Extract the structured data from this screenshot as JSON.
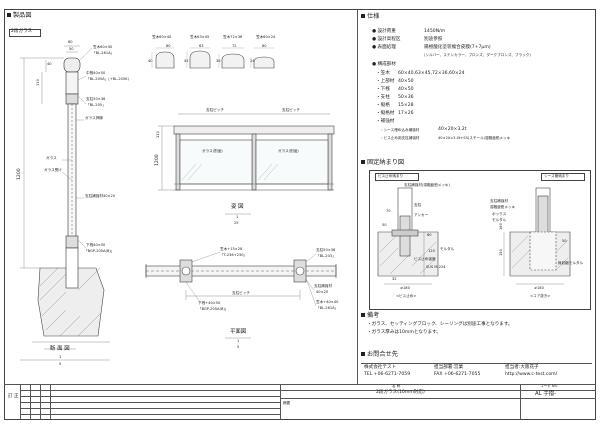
{
  "section_titles": {
    "drawing": "製品図",
    "spec": "仕様",
    "detail": "固定納まり図",
    "notes": "備考",
    "contact": "お問合せ先"
  },
  "drawing": {
    "variant_label": "2段ガラス",
    "profile_labels": [
      "笠木60×40",
      "笠木63×45",
      "笠木72×36",
      "笠木60×24"
    ],
    "profile_dims": [
      "60",
      "63",
      "72",
      "60",
      "40",
      "45",
      "36",
      "24"
    ],
    "section": {
      "dims": [
        "60",
        "40",
        "50",
        "110",
        "1200"
      ],
      "callouts": [
        {
          "text": "笠木60×40",
          "sub": "「BL-261A」"
        },
        {
          "text": "中桟40×50",
          "sub": "「BL-205A」(+BL-205K)"
        },
        {
          "text": "支柱50×36",
          "sub": "「BL-205」"
        },
        {
          "text": "ガラス押縁"
        },
        {
          "text": "ガラス"
        },
        {
          "text": "ガラス受け"
        },
        {
          "text": "支柱補強材40×20"
        },
        {
          "text": "下桟40×50",
          "sub": "「BGP-205A(B)」"
        }
      ],
      "caption": "断 面 図",
      "scale_num": "1",
      "scale_den": "5"
    },
    "elevation": {
      "dims": [
        "110",
        "1200"
      ],
      "labels": [
        "ガラス(別途)",
        "ガラス(別途)",
        "支柱ピッチ",
        "支柱ピッチ"
      ],
      "caption": "姿 図",
      "scale_num": "1",
      "scale_den": "25"
    },
    "plan": {
      "labels": [
        "笠木+15×28",
        "「T-236+230」",
        "支柱50×36",
        "「BL-203」",
        "支柱補強材",
        "40×20",
        "笠木+40×40",
        "「BL-261A」",
        "下桟+40×50",
        "「BGP-205A(B)」",
        "支柱ピッチ"
      ],
      "caption": "平面図",
      "scale_num": "1",
      "scale_den": "5"
    }
  },
  "spec": {
    "rows": [
      {
        "label": "設計荷重",
        "value": "1450N/m"
      },
      {
        "label": "設計高程区",
        "value": "別途参照"
      },
      {
        "label": "表面処理",
        "value": "陽極酸化塗装複合皮膜(7+7μm)"
      },
      {
        "label": "",
        "value": "(シルバー、ステンカラー、ブロンズ、ダークブロンズ、ブラック)"
      }
    ],
    "materials_title": "構成部材",
    "materials": [
      {
        "label": "笠木",
        "value": "60×40,63×45,72×36,60×24"
      },
      {
        "label": "上部材",
        "value": "40×50"
      },
      {
        "label": "下桟",
        "value": "40×50"
      },
      {
        "label": "支柱",
        "value": "50×36"
      },
      {
        "label": "縦格",
        "value": "15×28"
      },
      {
        "label": "縦格材",
        "value": "17×26"
      }
    ],
    "reinforce_title": "補強材",
    "reinforce": [
      {
        "label": "シース埋め込み補強材",
        "value": "40×20×3.2t"
      },
      {
        "label": "ビス止め用支柱補強材",
        "value": "40×20×3.0t+SS(スチール)溶融亜鉛メッキ"
      }
    ]
  },
  "detail": {
    "left_tab": "ビス止め納まり",
    "right_tab": "シース管納まり",
    "left_labels": [
      "支柱補強材(溶融亜鉛メッキ)",
      "支柱",
      "アンカー",
      "モルタル",
      "ビス止め強度",
      "SUS M-224"
    ],
    "left_dims": [
      "70",
      "60",
      "50",
      "32",
      "120",
      "≥180"
    ],
    "right_labels": [
      "支柱補強材",
      "溶融亜鉛メッキ",
      "ボックス",
      "モルタル",
      "無収縮モルタル"
    ],
    "right_dims": [
      "180",
      "150",
      "50",
      "≥180"
    ],
    "left_caption": "<ビス止め>",
    "right_caption": "<コア抜き>"
  },
  "notes": [
    "・ガラス、セッティングブロック、シーリングは別途工事となります。",
    "・ガラス厚みは10mmとなります。"
  ],
  "contact": {
    "company": "株式会社テスト",
    "tel": "TEL +06-6271-7059",
    "dept": "担当部署:営業",
    "fax": "FAX +06-6271-7055",
    "person": "担当者:大阪花子",
    "url": "http://www.c-test.com/"
  },
  "titleblock": {
    "name_head": "名 称",
    "name_value": "2段ガラス(10mm対応)",
    "code_head": "コード NO",
    "code_value": "AL 手摺-",
    "remark_head": "摘要",
    "side_marks": [
      "訂",
      "正"
    ]
  }
}
